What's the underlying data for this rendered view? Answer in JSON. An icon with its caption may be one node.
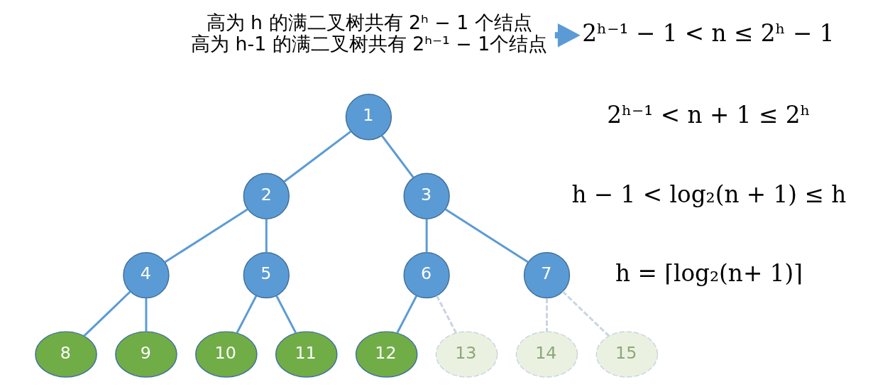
{
  "diagram": {
    "nodes": [
      {
        "text": [
          "高为 h 的满二叉树共有 2ʰ − 1 个结点",
          "高为 h-1 的满二叉树共有 2ʰ⁻¹ − 1个结点"
        ]
      },
      {
        "text": [
          "2ʰ⁻¹ − 1 < n ≤ 2ʰ − 1"
        ]
      },
      {
        "text": [
          "1"
        ]
      },
      {
        "text": [
          "2"
        ]
      },
      {
        "text": [
          "3"
        ]
      },
      {
        "text": [
          "4"
        ]
      },
      {
        "text": [
          "5"
        ]
      },
      {
        "text": [
          "6"
        ]
      },
      {
        "text": [
          "7"
        ]
      },
      {
        "text": [
          "8"
        ]
      },
      {
        "text": [
          "9"
        ]
      },
      {
        "text": [
          "10"
        ]
      },
      {
        "text": [
          "11"
        ]
      },
      {
        "text": [
          "12"
        ]
      },
      {
        "text": [
          "13"
        ]
      },
      {
        "text": [
          "14"
        ]
      },
      {
        "text": [
          "15"
        ]
      }
    ],
    "edges": [
      {
        "from": 0,
        "to": 1,
        "arrow": "to",
        "style": "thick"
      },
      {
        "from": 2,
        "to": 3,
        "arrow": "none"
      },
      {
        "from": 2,
        "to": 4,
        "arrow": "none"
      },
      {
        "from": 3,
        "to": 5,
        "arrow": "none"
      },
      {
        "from": 3,
        "to": 6,
        "arrow": "none"
      },
      {
        "from": 4,
        "to": 7,
        "arrow": "none"
      },
      {
        "from": 4,
        "to": 8,
        "arrow": "none"
      },
      {
        "from": 5,
        "to": 9,
        "arrow": "none"
      },
      {
        "from": 5,
        "to": 10,
        "arrow": "none"
      },
      {
        "from": 6,
        "to": 11,
        "arrow": "none"
      },
      {
        "from": 6,
        "to": 12,
        "arrow": "none"
      },
      {
        "from": 7,
        "to": 13,
        "arrow": "none"
      },
      {
        "from": 7,
        "to": 14,
        "arrow": "none",
        "style": "dashed",
        "color": "#c8d5e3"
      },
      {
        "from": 8,
        "to": 15,
        "arrow": "none",
        "style": "dashed",
        "color": "#c8d5e3"
      },
      {
        "from": 8,
        "to": 16,
        "arrow": "none",
        "style": "dashed",
        "color": "#c8d5e3"
      }
    ],
    "labels": [
      "2ʰ⁻¹ < n + 1 ≤ 2ʰ",
      "h − 1 < log₂(n + 1) ≤ h",
      "h = ⌈log₂(n+ 1)⌉"
    ]
  }
}
